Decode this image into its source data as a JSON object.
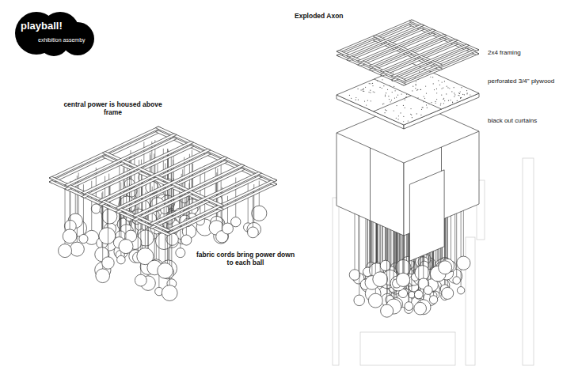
{
  "diagram": {
    "nodes": [
      {
        "text": [
          "playball!",
          "exhibition assemby"
        ]
      }
    ],
    "labels": [
      "central power is housed above frame",
      "fabric cords bring power down to each ball",
      "Exploded Axon",
      "2x4 framing",
      "perforated 3/4\" plywood",
      "black out curtains"
    ]
  }
}
